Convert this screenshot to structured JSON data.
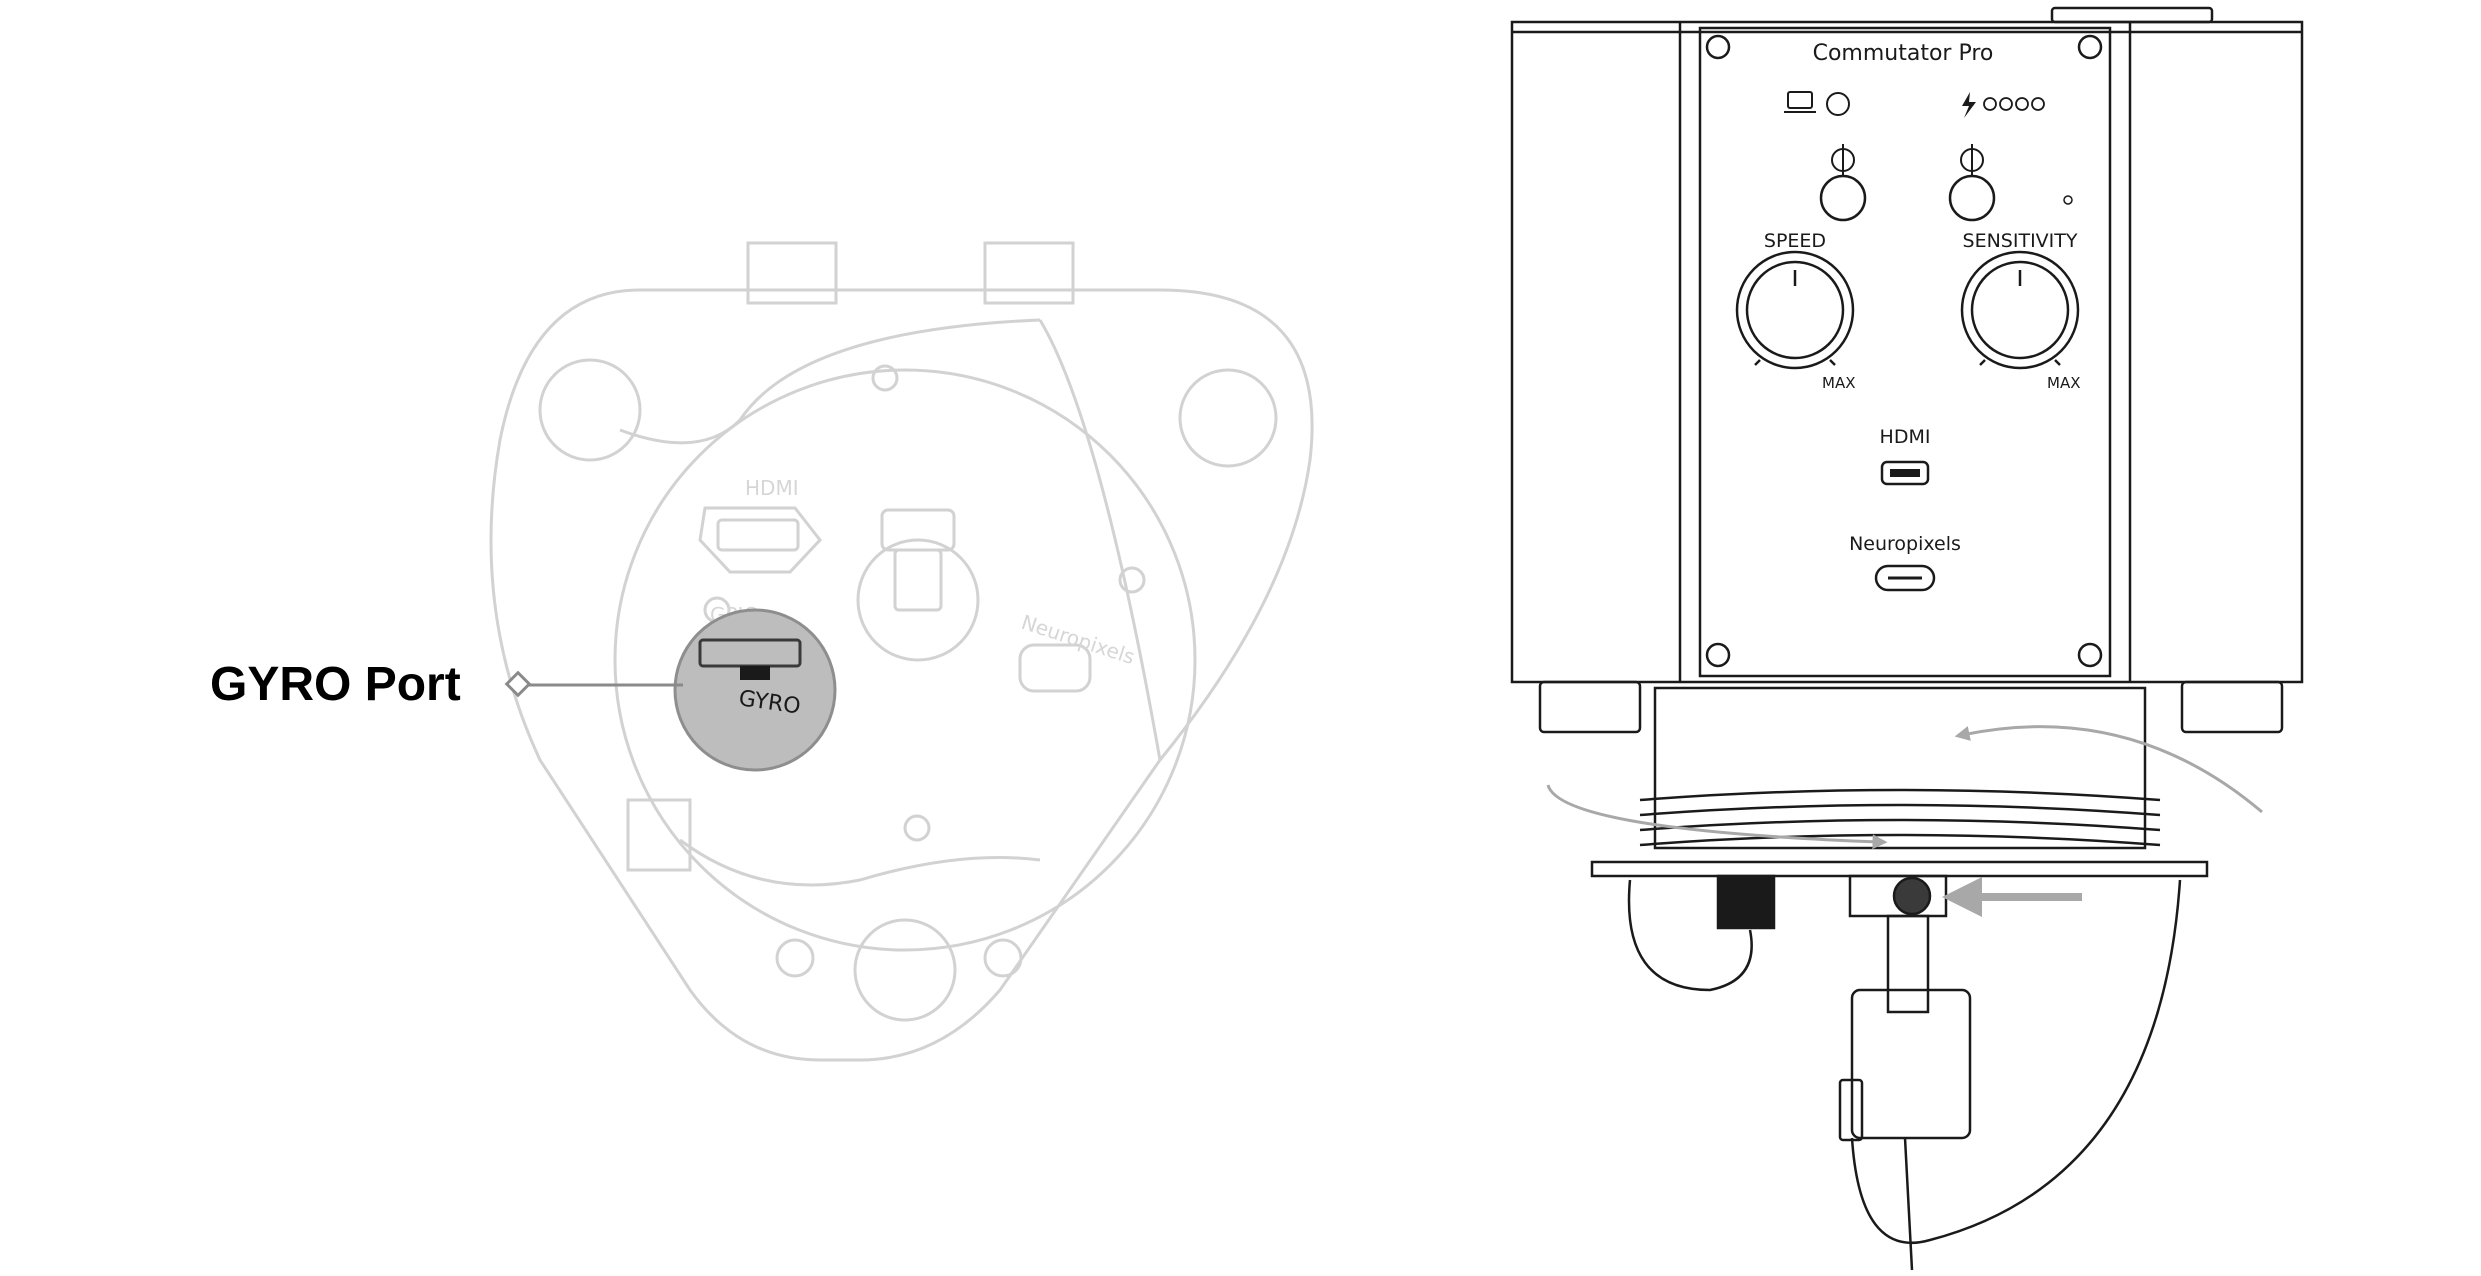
{
  "callout": {
    "title": "GYRO Port"
  },
  "left_board": {
    "port_labels": {
      "hdmi": "HDMI",
      "gpio": "GPIO",
      "neuropixels": "Neuropixels",
      "gyro": "GYRO"
    }
  },
  "front_panel": {
    "title": "Commutator Pro",
    "speed_label": "SPEED",
    "sensitivity_label": "SENSITIVITY",
    "max_label": "MAX",
    "hdmi_label": "HDMI",
    "neuropixels_label": "Neuropixels",
    "icons": [
      "laptop-icon",
      "lightning-icon",
      "rotate-icon",
      "arrow-icon"
    ]
  },
  "colors": {
    "line_dark": "#1a1a1a",
    "line_faint": "#d2d2d2",
    "highlight_fill": "#bdbdbd",
    "arrow_gray": "#a8a8a8"
  }
}
